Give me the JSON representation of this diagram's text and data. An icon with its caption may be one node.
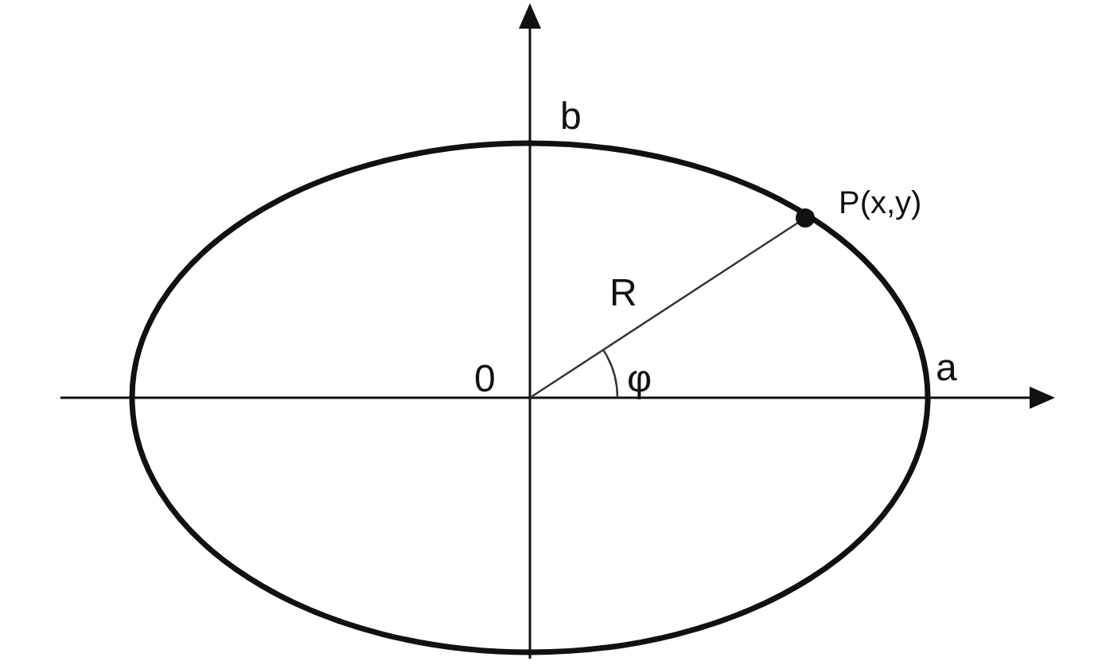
{
  "diagram": {
    "labels": [
      "b",
      "P(x,y)",
      "R",
      "0",
      "φ",
      "a"
    ]
  }
}
